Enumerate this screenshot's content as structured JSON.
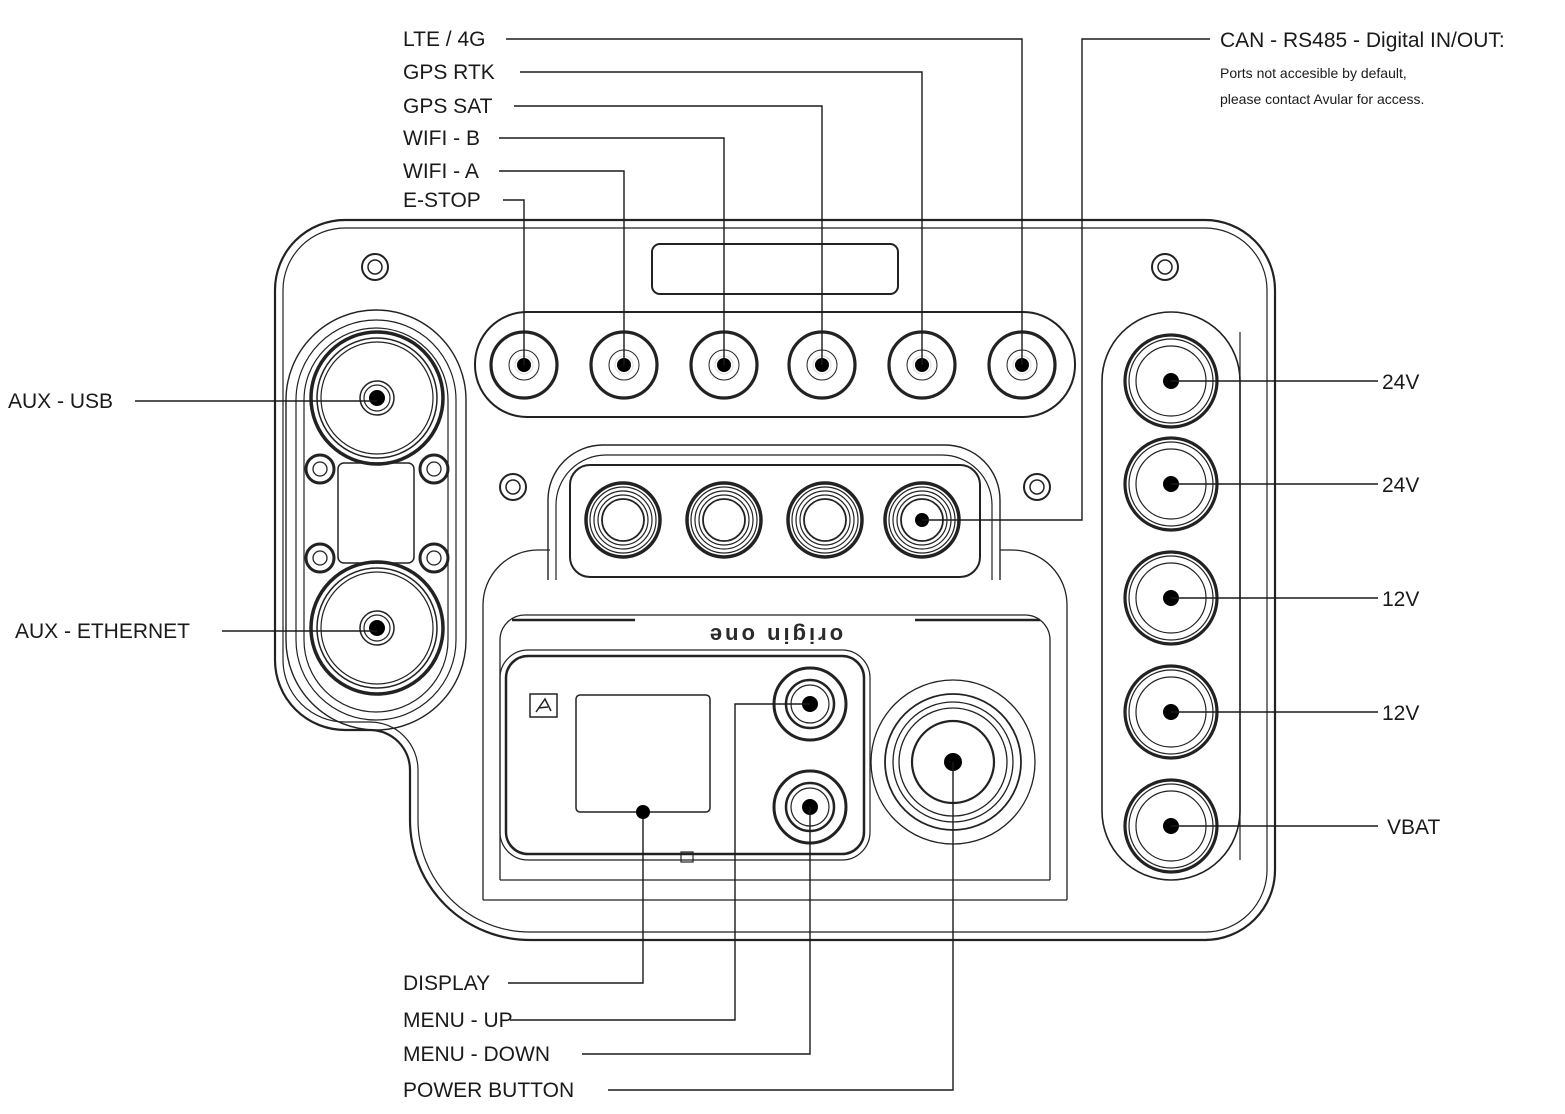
{
  "title": "Avular Origin One rear connector panel",
  "brand_logo_text": "origin one",
  "colors": {
    "line": "#1a1a1a",
    "background": "#ffffff"
  },
  "top_connectors": [
    {
      "id": "e-stop",
      "label": "E-STOP"
    },
    {
      "id": "wifi-a",
      "label": "WIFI - A"
    },
    {
      "id": "wifi-b",
      "label": "WIFI - B"
    },
    {
      "id": "gps-sat",
      "label": "GPS SAT"
    },
    {
      "id": "gps-rtk",
      "label": "GPS RTK"
    },
    {
      "id": "lte-4g",
      "label": "LTE / 4G"
    }
  ],
  "can_connector": {
    "label": "CAN - RS485 - Digital IN/OUT:",
    "note_line1": "Ports not accesible by default,",
    "note_line2": "please contact Avular for access."
  },
  "aux_connectors": [
    {
      "id": "aux-usb",
      "label": "AUX - USB"
    },
    {
      "id": "aux-ethernet",
      "label": "AUX - ETHERNET"
    }
  ],
  "power_outputs": [
    {
      "id": "out-24v-1",
      "label": "24V"
    },
    {
      "id": "out-24v-2",
      "label": "24V"
    },
    {
      "id": "out-12v-1",
      "label": "12V"
    },
    {
      "id": "out-12v-2",
      "label": "12V"
    },
    {
      "id": "out-vbat",
      "label": "VBAT"
    }
  ],
  "controls": [
    {
      "id": "display",
      "label": "DISPLAY"
    },
    {
      "id": "menu-up",
      "label": "MENU - UP"
    },
    {
      "id": "menu-down",
      "label": "MENU - DOWN"
    },
    {
      "id": "power-button",
      "label": "POWER BUTTON"
    }
  ]
}
